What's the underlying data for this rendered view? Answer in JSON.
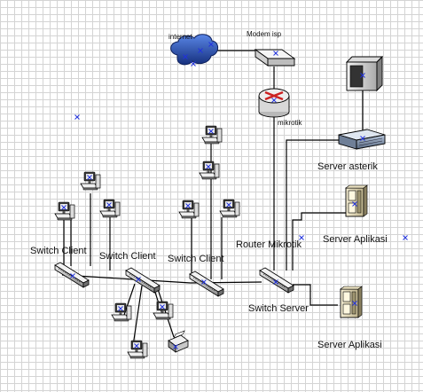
{
  "diagram": {
    "labels": {
      "internet": "internet",
      "modem": "Modem isp",
      "mikrotik": "mikrotik",
      "server_asterik": "Server asterik",
      "server_aplikasi_1": "Server Aplikasi",
      "server_aplikasi_2": "Server Aplikasi",
      "router_mikrotik": "Router Mikrotik",
      "switch_client_1": "Switch Client",
      "switch_client_2": "Switch Client",
      "switch_client_3": "Switch Client",
      "switch_server": "Switch Server"
    },
    "colors": {
      "grid": "#d4d4d4",
      "line": "#000000",
      "selection_marker": "#2233dd",
      "cloud": "#1a3a9e",
      "router": "#cc2222"
    }
  }
}
